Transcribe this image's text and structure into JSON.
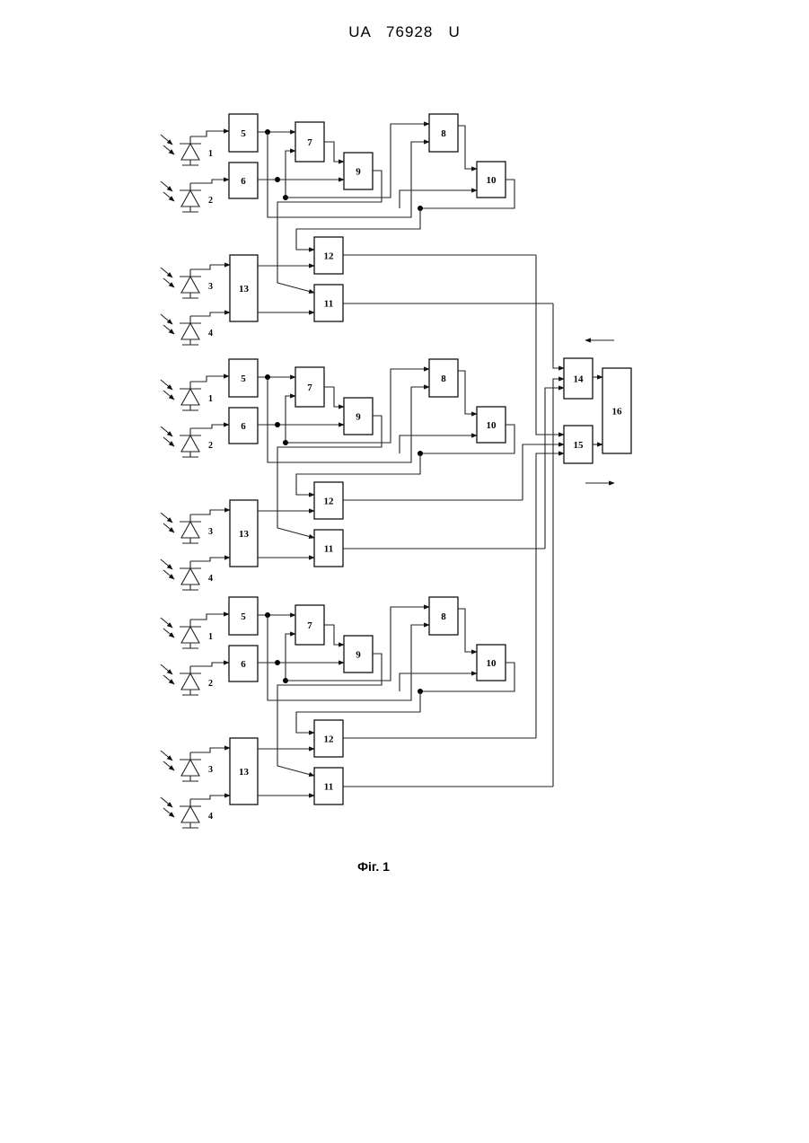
{
  "header": {
    "text": "UA   76928   U"
  },
  "caption": {
    "text": "Фіг. 1"
  },
  "units": [
    {
      "diode_labels": [
        "1",
        "2",
        "3",
        "4"
      ],
      "block_labels": {
        "b5": "5",
        "b6": "6",
        "b7": "7",
        "b8": "8",
        "b9": "9",
        "b10": "10",
        "b11": "11",
        "b12": "12",
        "b13": "13"
      }
    },
    {
      "diode_labels": [
        "1",
        "2",
        "3",
        "4"
      ],
      "block_labels": {
        "b5": "5",
        "b6": "6",
        "b7": "7",
        "b8": "8",
        "b9": "9",
        "b10": "10",
        "b11": "11",
        "b12": "12",
        "b13": "13"
      }
    },
    {
      "diode_labels": [
        "1",
        "2",
        "3",
        "4"
      ],
      "block_labels": {
        "b5": "5",
        "b6": "6",
        "b7": "7",
        "b8": "8",
        "b9": "9",
        "b10": "10",
        "b11": "11",
        "b12": "12",
        "b13": "13"
      }
    }
  ],
  "output_blocks": {
    "b14": "14",
    "b15": "15",
    "b16": "16"
  }
}
